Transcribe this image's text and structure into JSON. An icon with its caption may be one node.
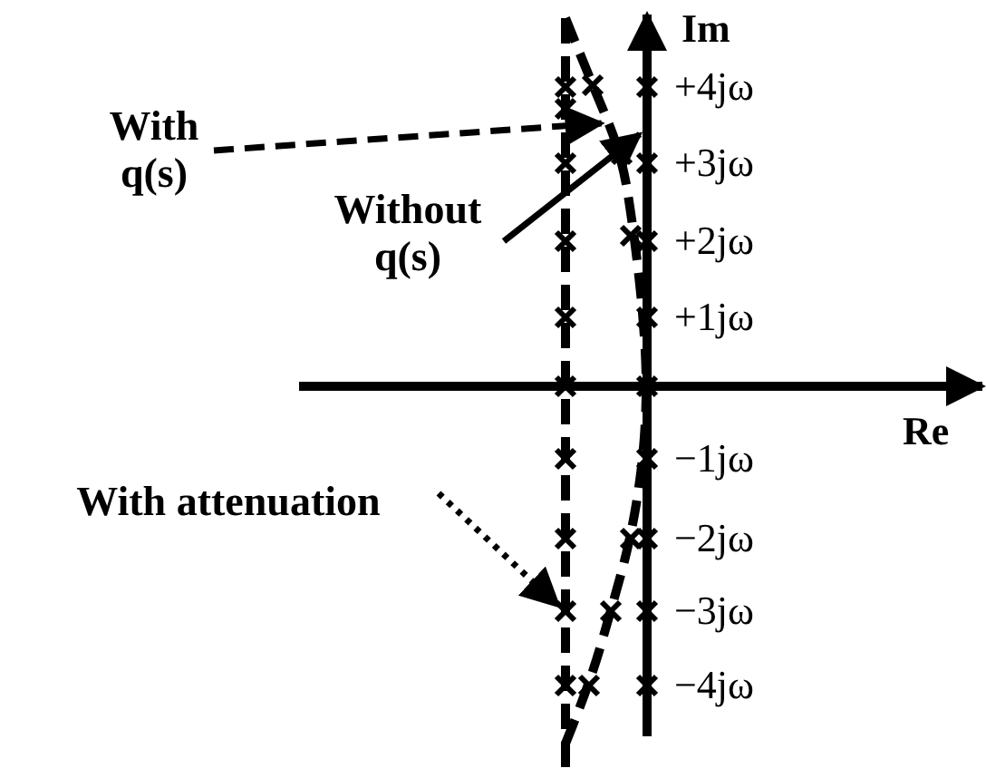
{
  "diagram": {
    "nodes": [
      {
        "text": [
          "With q(s)"
        ]
      },
      {
        "text": [
          "Without q(s)"
        ]
      },
      {
        "text": [
          "With attenuation"
        ]
      },
      {
        "text": [],
        "shape": "line"
      },
      {
        "text": [],
        "shape": "curve"
      },
      {
        "text": [],
        "shape": "line"
      }
    ],
    "edges": [
      {
        "from": 0,
        "to": 4,
        "arrow": "to",
        "style": "dashed"
      },
      {
        "from": 1,
        "to": 5,
        "arrow": "to"
      },
      {
        "from": 2,
        "to": 3,
        "arrow": "to",
        "style": "dashed"
      }
    ],
    "labels": [
      "Im",
      "+4jω",
      "+3jω",
      "+2jω",
      "+1jω",
      "Re",
      "−1jω",
      "−2jω",
      "−3jω",
      "−4jω"
    ]
  }
}
